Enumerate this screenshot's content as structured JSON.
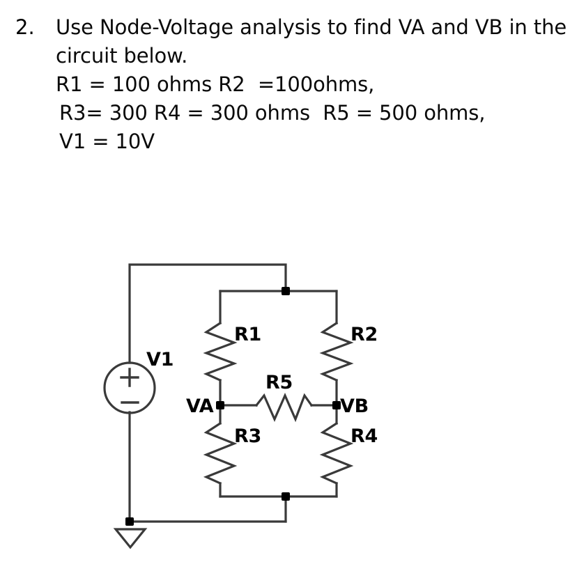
{
  "problem": {
    "number": "2.",
    "lines": [
      "Use Node-Voltage analysis to find VA and VB in the",
      "circuit below.",
      "R1 = 100 ohms R2  =100ohms,",
      "R3= 300 R4 = 300 ohms  R5 = 500 ohms,",
      "V1 = 10V"
    ]
  },
  "circuit": {
    "title": "node-voltage-circuit",
    "source_label": "V1",
    "source_polarity_plus": "+",
    "source_polarity_minus": "−",
    "node_labels": {
      "va": "VA",
      "vb": "VB"
    },
    "resistors": [
      {
        "name": "R1",
        "label": "R1"
      },
      {
        "name": "R2",
        "label": "R2"
      },
      {
        "name": "R3",
        "label": "R3"
      },
      {
        "name": "R4",
        "label": "R4"
      },
      {
        "name": "R5",
        "label": "R5"
      }
    ],
    "colors": {
      "wire": "#3a3a3a",
      "node_dot": "#000000",
      "label_text": "#000000",
      "background": "#ffffff"
    }
  }
}
